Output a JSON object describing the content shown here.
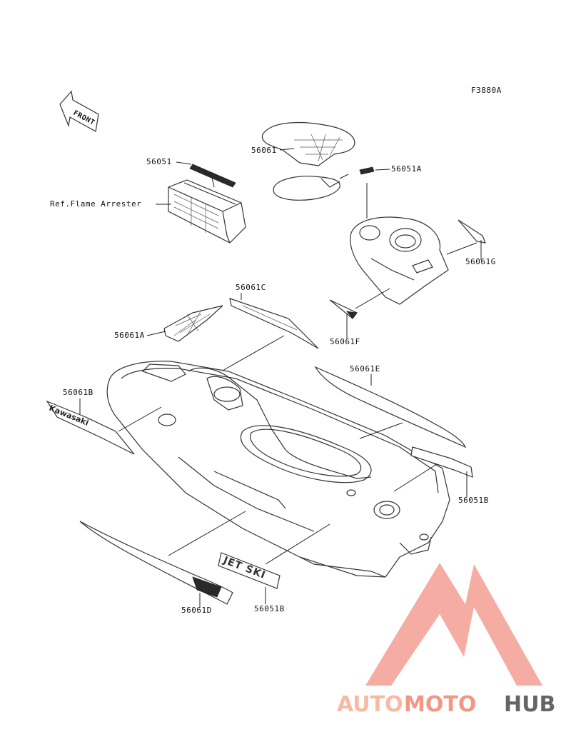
{
  "drawing_code": "F3880A",
  "front_arrow_label": "FRONT",
  "reference_label": "Ref.Flame Arrester",
  "part_labels": {
    "p56051": "56051",
    "p56051A": "56051A",
    "p56051B_right": "56051B",
    "p56051B_bottom": "56051B",
    "p56061": "56061",
    "p56061A": "56061A",
    "p56061B": "56061B",
    "p56061C": "56061C",
    "p56061D": "56061D",
    "p56061E": "56061E",
    "p56061F": "56061F",
    "p56061G": "56061G"
  },
  "decal_text": {
    "kawasaki": "Kawasaki",
    "jet_ski": "JET SKI"
  },
  "watermark": {
    "auto": "AUTO",
    "moto": "MOTO",
    "hub": "HUB",
    "colors": {
      "triangle": "#f4a59a",
      "auto": "#f7b39a",
      "moto": "#f08c7a",
      "hub": "#555555"
    }
  }
}
